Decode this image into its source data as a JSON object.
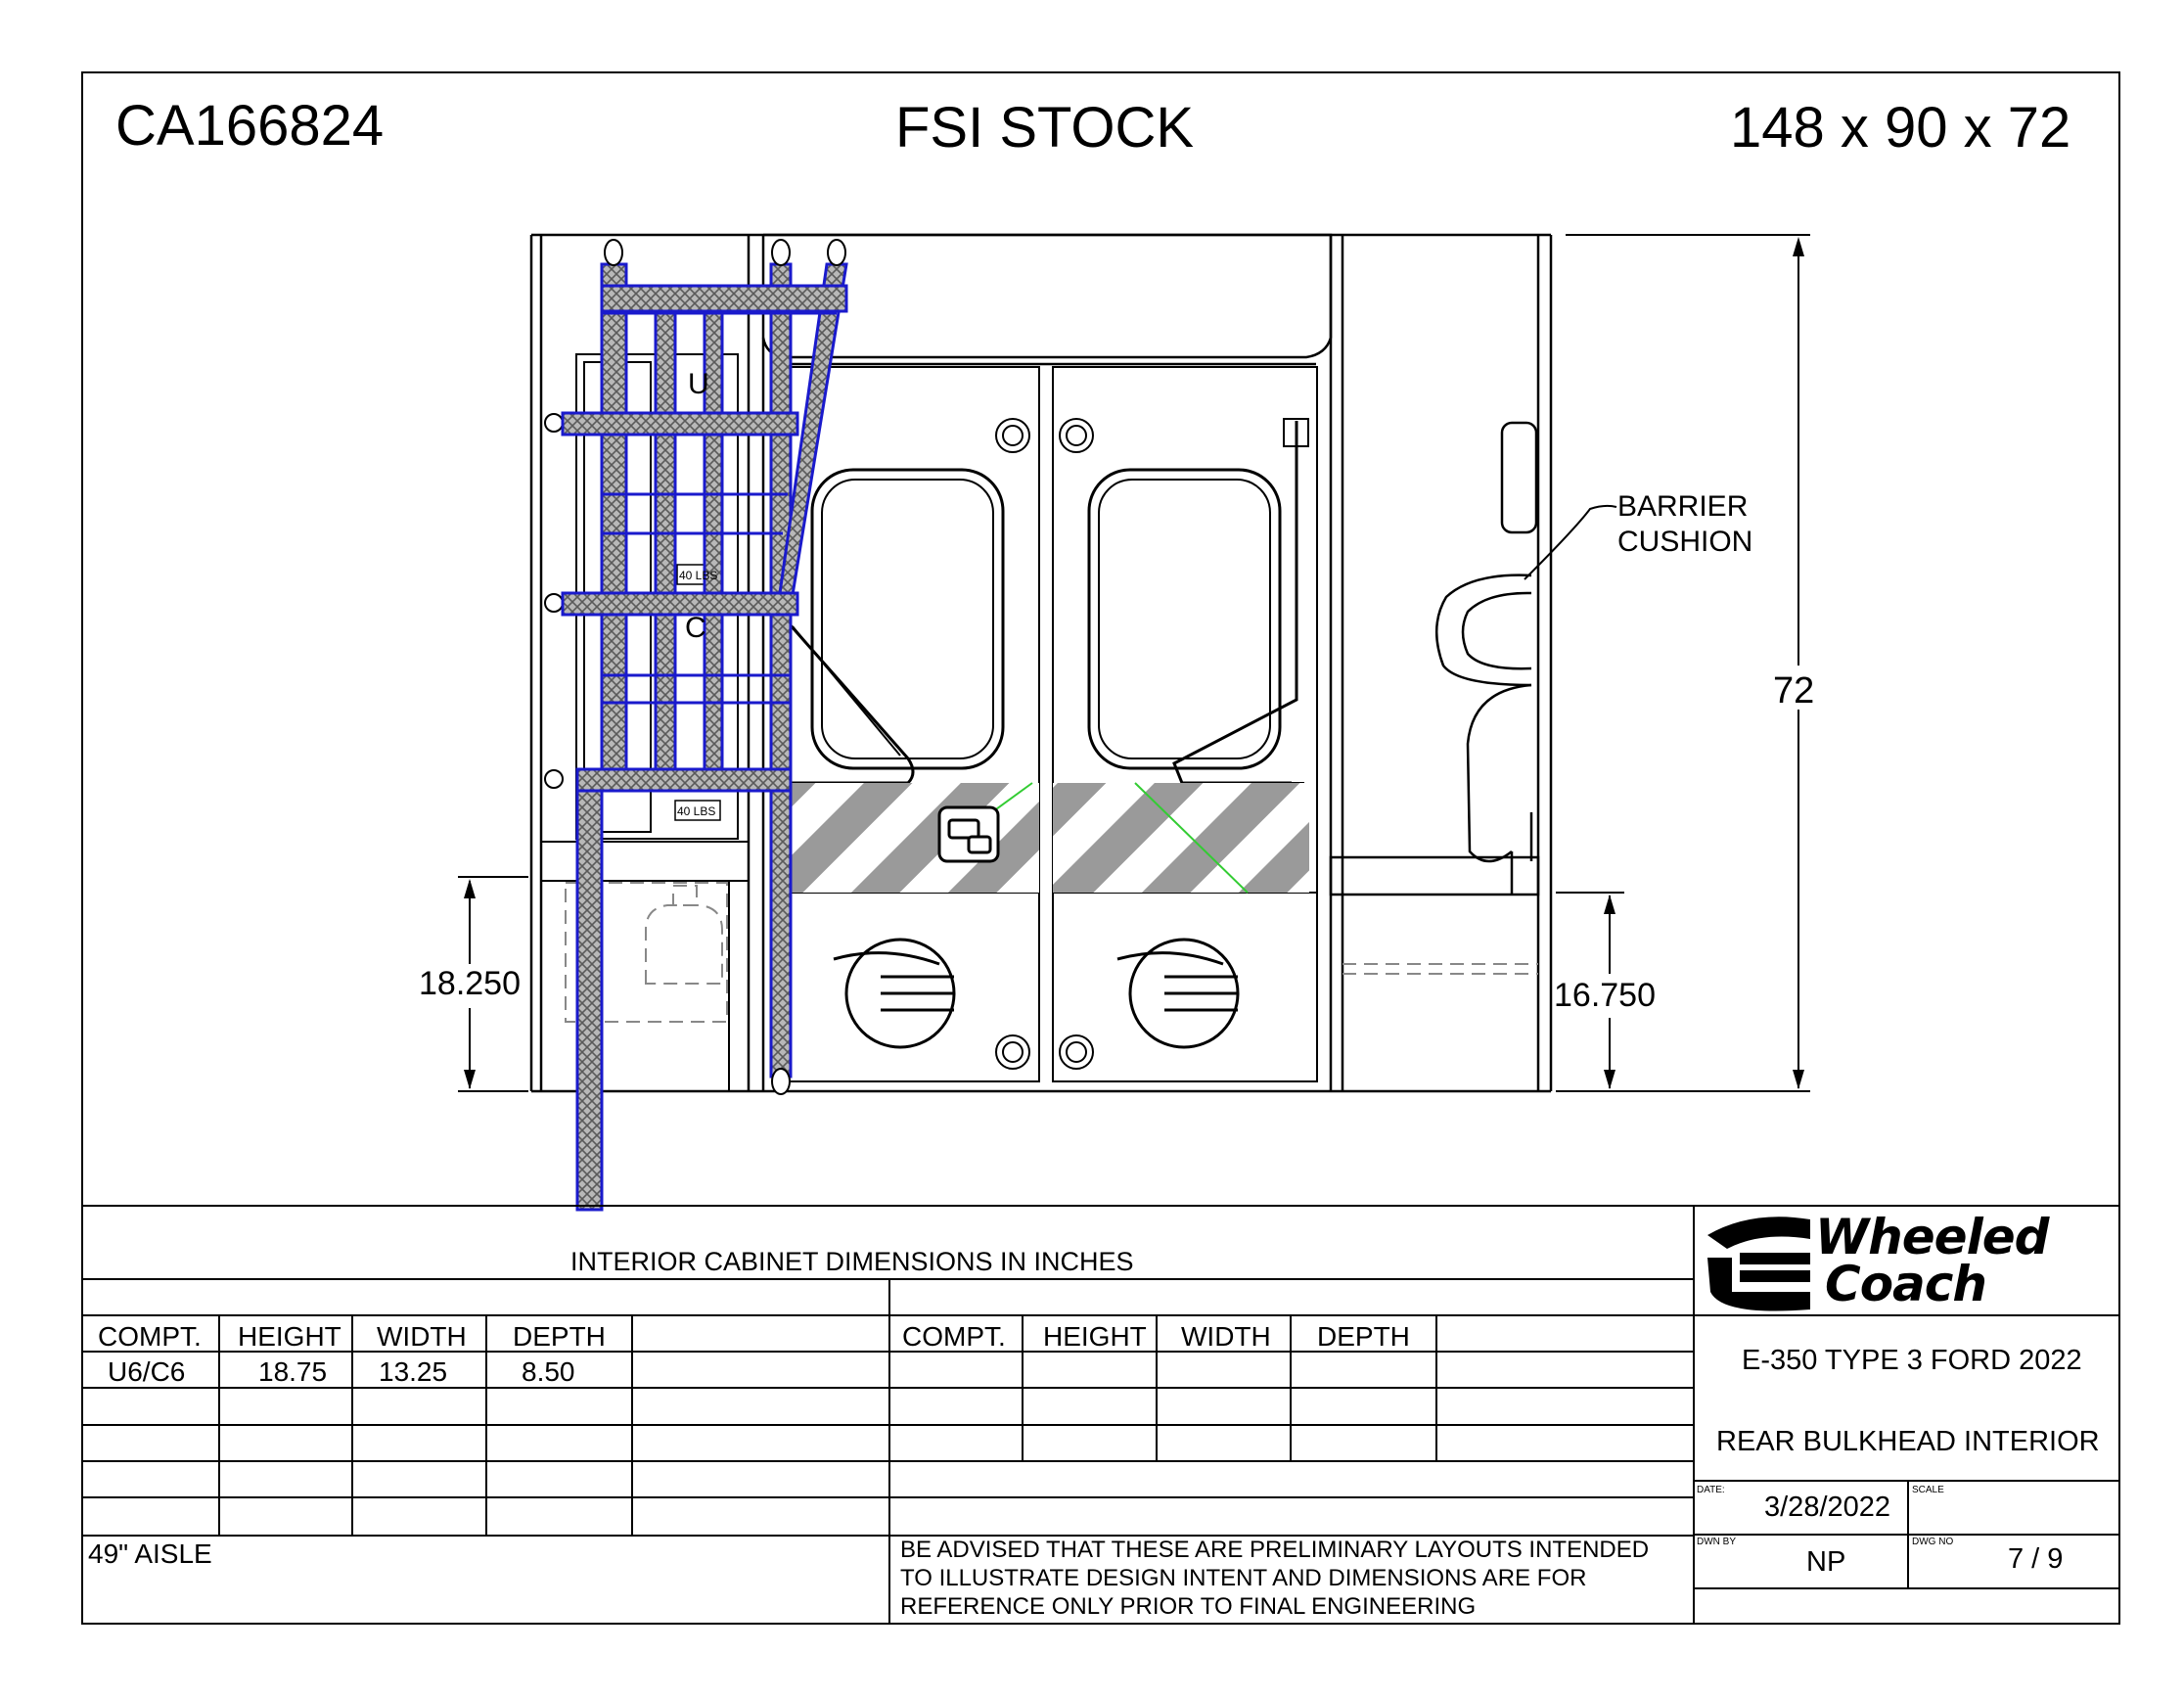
{
  "header": {
    "drawing_number": "CA166824",
    "title": "FSI STOCK",
    "box_dims": "148 x 90 x 72"
  },
  "drawing": {
    "dimension_left": "18.250",
    "dimension_right_low": "16.750",
    "dimension_overall": "72",
    "callout_barrier": [
      "BARRIER",
      "CUSHION"
    ],
    "cabinet_labels": {
      "u": "U",
      "c": "C",
      "weight_upper": "40 LBS",
      "weight_lower": "40 LBS"
    },
    "colors": {
      "strap": "#1a1acc",
      "hatch": "#9a9a9a",
      "line": "#000000",
      "green": "#33cc33"
    }
  },
  "table": {
    "title": "INTERIOR CABINET DIMENSIONS IN INCHES",
    "headers_left": [
      "COMPT.",
      "HEIGHT",
      "WIDTH",
      "DEPTH"
    ],
    "headers_right": [
      "COMPT.",
      "HEIGHT",
      "WIDTH",
      "DEPTH"
    ],
    "rows": [
      {
        "compt": "U6/C6",
        "height": "18.75",
        "width": "13.25",
        "depth": "8.50"
      }
    ],
    "footer_left": "49\" AISLE",
    "note": [
      "BE ADVISED THAT THESE ARE PRELIMINARY LAYOUTS INTENDED",
      "TO ILLUSTRATE DESIGN INTENT AND DIMENSIONS  ARE FOR",
      "REFERENCE ONLY PRIOR TO FINAL ENGINEERING"
    ]
  },
  "title_block": {
    "logo": [
      "Wheeled",
      "Coach"
    ],
    "logo_mark": "·",
    "model": "E-350 TYPE 3 FORD 2022",
    "sheet_name": "REAR BULKHEAD INTERIOR",
    "date_label": "DATE:",
    "date": "3/28/2022",
    "scale_label": "SCALE",
    "drawn_label": "DWN BY",
    "drawn": "NP",
    "dwg_label": "DWG NO",
    "dwg_no": "7 / 9"
  }
}
